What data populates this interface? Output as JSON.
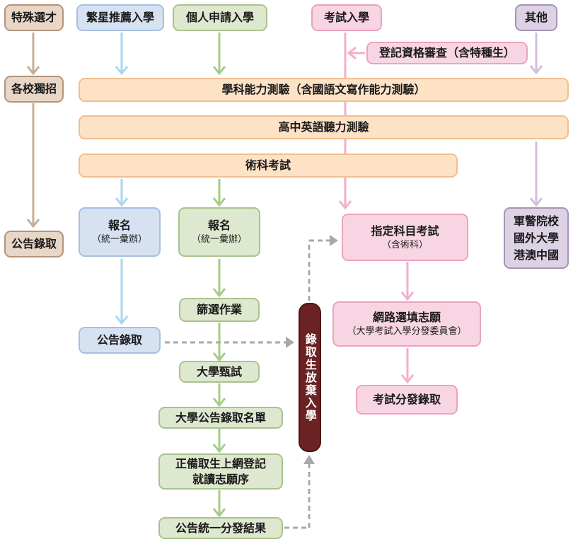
{
  "special": {
    "top": "特殊選才",
    "exam": "各校獨招",
    "admit": "公告錄取"
  },
  "star": {
    "top": "繁星推薦入學",
    "register": "報名",
    "register_sub": "（統一彙辦）",
    "admit": "公告錄取"
  },
  "personal": {
    "top": "個人申請入學",
    "register": "報名",
    "register_sub": "（統一彙辦）",
    "screening": "篩選作業",
    "interview": "大學甄試",
    "list": "大學公告錄取名單",
    "online_1": "正備取生上網登記",
    "online_2": "就讀志願序",
    "result": "公告統一分發結果"
  },
  "exam_track": {
    "top": "考試入學",
    "qualification": "登記資格審查（含特種生）",
    "designated": "指定科目考試",
    "designated_sub": "（含術科）",
    "online_fill": "網路選填志願",
    "online_fill_sub": "（大學考試入學分發委員會）",
    "admit": "考試分發錄取"
  },
  "other": {
    "top": "其他",
    "result_1": "軍警院校",
    "result_2": "國外大學",
    "result_3": "港澳中國"
  },
  "common": {
    "gsat": "學科能力測驗（含國語文寫作能力測驗）",
    "english": "高中英語聽力測驗",
    "arts": "術科考試"
  },
  "abandon": "錄取生放棄入學",
  "colors": {
    "tan_arrow": "#c8ad97",
    "blue_arrow": "#a9d6ef",
    "green_arrow": "#a3cc86",
    "pink_arrow": "#f4aecb",
    "purple_arrow": "#d3bfdc",
    "gray_dash": "#a9a9a9"
  }
}
